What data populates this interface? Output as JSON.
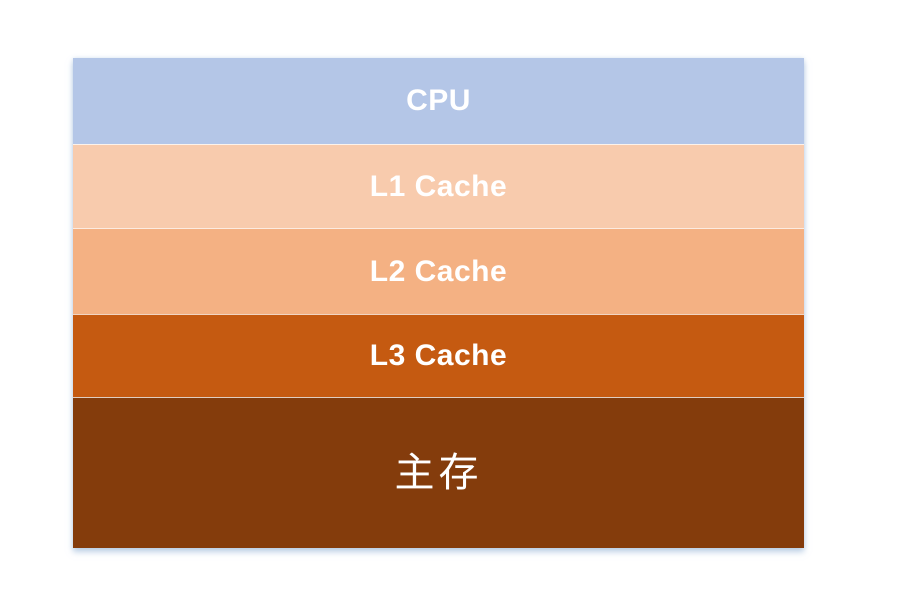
{
  "diagram": {
    "kind": "stacked-layer-diagram",
    "background_color": "#ffffff",
    "shadow_color": "#93b2d6",
    "separator_color": "#ffffff",
    "text_color": "#ffffff",
    "layers": [
      {
        "label": "CPU",
        "fill": "#b4c6e7"
      },
      {
        "label": "L1 Cache",
        "fill": "#f8cbad"
      },
      {
        "label": "L2 Cache",
        "fill": "#f4b183"
      },
      {
        "label": "L3 Cache",
        "fill": "#c55a11"
      },
      {
        "label": "主存",
        "fill": "#843c0c"
      }
    ]
  }
}
